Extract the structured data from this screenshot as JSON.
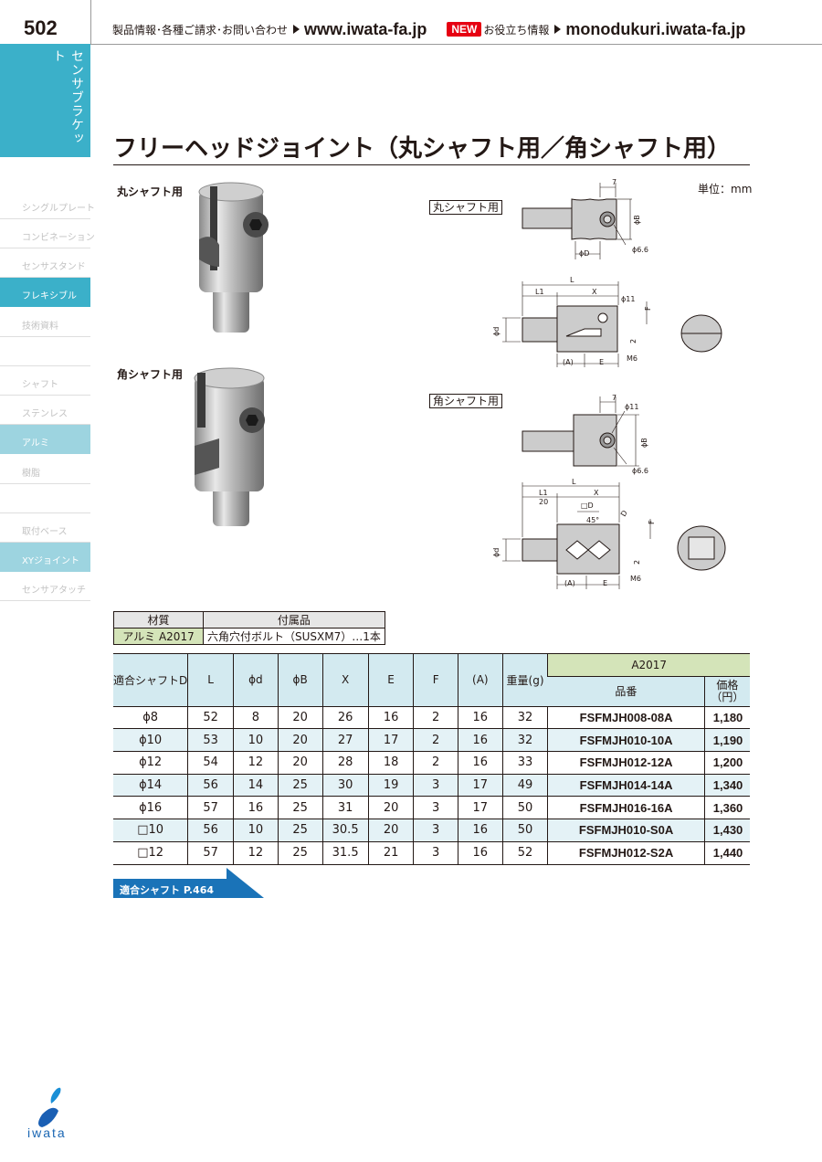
{
  "header": {
    "page_number": "502",
    "links_text": "製品情報･各種ご請求･お問い合わせ",
    "main_url": "www.iwata-fa.jp",
    "new_badge": "NEW",
    "useful_info": "お役立ち情報",
    "sub_url": "monodukuri.iwata-fa.jp"
  },
  "sidebar": {
    "category_tab": "センサブラケット",
    "items": [
      {
        "label": "シングルプレート",
        "active": false
      },
      {
        "label": "コンビネーション",
        "active": false
      },
      {
        "label": "センサスタンド",
        "active": false
      },
      {
        "label": "フレキシブル",
        "active": true,
        "color": "#3bb0c9"
      },
      {
        "label": "技術資料",
        "active": false
      },
      {
        "label": "",
        "active": false
      },
      {
        "label": "シャフト",
        "active": false
      },
      {
        "label": "ステンレス",
        "active": false
      },
      {
        "label": "アルミ",
        "active": true,
        "color": "#9dd4e0"
      },
      {
        "label": "樹脂",
        "active": false
      },
      {
        "label": "",
        "active": false
      },
      {
        "label": "取付ベース",
        "active": false
      },
      {
        "label": "XYジョイント",
        "active": true,
        "color": "#9dd4e0"
      },
      {
        "label": "センサアタッチ",
        "active": false
      }
    ]
  },
  "title": "フリーヘッドジョイント（丸シャフト用／角シャフト用）",
  "unit": "単位：mm",
  "photos": {
    "round_label": "丸シャフト用",
    "square_label": "角シャフト用"
  },
  "diagrams": {
    "round_label": "丸シャフト用",
    "square_label": "角シャフト用",
    "dim_7": "7",
    "dim_phiB": "ϕB",
    "dim_phiD": "ϕD",
    "dim_phi6_6": "ϕ6.6",
    "dim_L": "L",
    "dim_L1": "L1",
    "dim_X": "X",
    "dim_phi11": "ϕ11",
    "dim_F": "F",
    "dim_phid": "ϕd",
    "dim_2": "2",
    "dim_M6": "M6",
    "dim_A": "(A)",
    "dim_E": "E",
    "dim_20": "20",
    "dim_sqD": "□D",
    "dim_45": "45°",
    "dim_D": "D"
  },
  "material_table": {
    "header_material": "材質",
    "header_accessory": "付属品",
    "material": "アルミ A2017",
    "accessory": "六角穴付ボルト（SUSXM7）…1本"
  },
  "spec_table": {
    "headers": [
      "適合シャフトD",
      "L",
      "ϕd",
      "ϕB",
      "X",
      "E",
      "F",
      "(A)",
      "重量(g)"
    ],
    "group_header": "A2017",
    "part_header": "品番",
    "price_header": "価格（円）",
    "rows": [
      [
        "ϕ8",
        "52",
        "8",
        "20",
        "26",
        "16",
        "2",
        "16",
        "32",
        "FSFMJH008-08A",
        "1,180"
      ],
      [
        "ϕ10",
        "53",
        "10",
        "20",
        "27",
        "17",
        "2",
        "16",
        "32",
        "FSFMJH010-10A",
        "1,190"
      ],
      [
        "ϕ12",
        "54",
        "12",
        "20",
        "28",
        "18",
        "2",
        "16",
        "33",
        "FSFMJH012-12A",
        "1,200"
      ],
      [
        "ϕ14",
        "56",
        "14",
        "25",
        "30",
        "19",
        "3",
        "17",
        "49",
        "FSFMJH014-14A",
        "1,340"
      ],
      [
        "ϕ16",
        "57",
        "16",
        "25",
        "31",
        "20",
        "3",
        "17",
        "50",
        "FSFMJH016-16A",
        "1,360"
      ],
      [
        "□10",
        "56",
        "10",
        "25",
        "30.5",
        "20",
        "3",
        "16",
        "50",
        "FSFMJH010-S0A",
        "1,430"
      ],
      [
        "□12",
        "57",
        "12",
        "25",
        "31.5",
        "21",
        "3",
        "16",
        "52",
        "FSFMJH012-S2A",
        "1,440"
      ]
    ]
  },
  "ref_link": "適合シャフト P.464",
  "logo_text": "iwata"
}
